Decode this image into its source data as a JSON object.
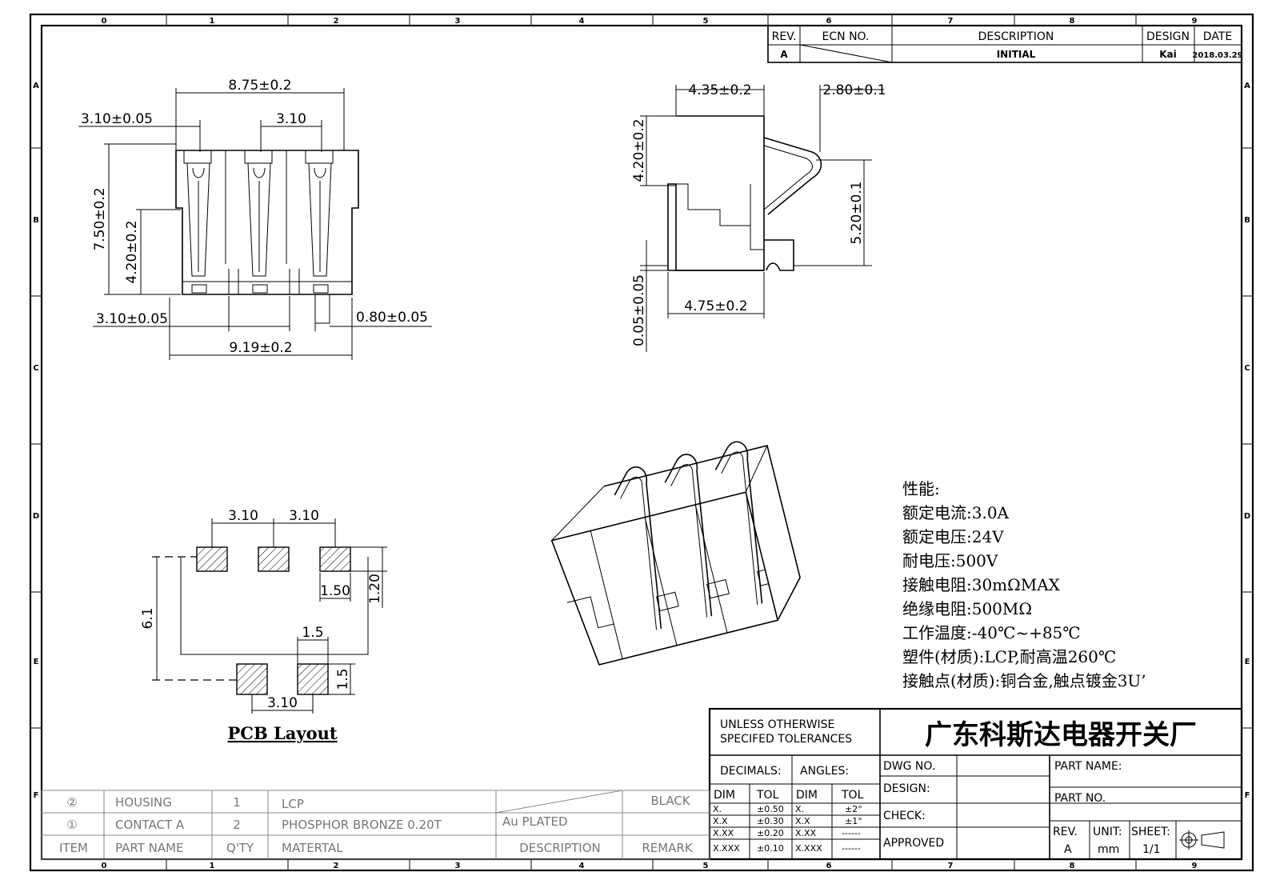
{
  "border": {
    "top_zones": [
      "0",
      "1",
      "2",
      "3",
      "4",
      "5",
      "6",
      "7",
      "8",
      "9"
    ],
    "side_zones": [
      "A",
      "B",
      "C",
      "D",
      "E",
      "F"
    ]
  },
  "revision_table": {
    "headers": {
      "rev": "REV.",
      "ecn": "ECN NO.",
      "description": "DESCRIPTION",
      "design": "DESIGN",
      "date": "DATE"
    },
    "row": {
      "rev": "A",
      "description": "INITIAL",
      "design": "Kai",
      "date": "2018.03.29"
    }
  },
  "front_view": {
    "top_overall": "8.75±0.2",
    "top_left_pitch": "3.10±0.05",
    "top_pitch": "3.10",
    "height_overall": "7.50±0.2",
    "height_body": "4.20±0.2",
    "bottom_left_pitch": "3.10±0.05",
    "tail_width": "0.80±0.05",
    "bottom_overall": "9.19±0.2"
  },
  "side_view": {
    "top_left": "4.35±0.2",
    "top_right": "2.80±0.1",
    "left_height": "4.20±0.2",
    "right_height": "5.20±0.1",
    "bottom_gap": "0.05±0.05",
    "bottom_width": "4.75±0.2"
  },
  "pcb_layout": {
    "pitch_a": "3.10",
    "pitch_b": "3.10",
    "pad_width_top": "1.50",
    "pad_height_top": "1.20",
    "overall_height": "6.1",
    "pad_width_bottom": "1.5",
    "pad_height_bottom": "1.5",
    "bottom_pitch": "3.10",
    "title": "PCB Layout"
  },
  "specs": {
    "title": "性能:",
    "lines": [
      "额定电流:3.0A",
      "额定电压:24V",
      "耐电压:500V",
      "接触电阻:30mΩMAX",
      "绝缘电阻:500MΩ",
      "工作温度:-40℃~+85℃",
      "塑件(材质):LCP,耐高温260℃",
      "接触点(材质):铜合金,触点镀金3U’"
    ]
  },
  "title_block": {
    "tolerance_note_1": "UNLESS OTHERWISE",
    "tolerance_note_2": "SPECIFED TOLERANCES",
    "company": "广东科斯达电器开关厂",
    "decimals_label": "DECIMALS:",
    "angles_label": "ANGLES:",
    "dim_label": "DIM",
    "tol_label": "TOL",
    "decimal_rows": [
      [
        "X.",
        "±0.50"
      ],
      [
        "X.X",
        "±0.30"
      ],
      [
        "X.XX",
        "±0.20"
      ],
      [
        "X.XXX",
        "±0.10"
      ]
    ],
    "angle_rows": [
      [
        "X.",
        "±2°"
      ],
      [
        "X.X",
        "±1°"
      ],
      [
        "X.XX",
        "------"
      ],
      [
        "X.XXX",
        "------"
      ]
    ],
    "dwg_no": "DWG NO.",
    "design": "DESIGN:",
    "check": "CHECK:",
    "approved": "APPROVED",
    "part_name": "PART NAME:",
    "part_no": "PART NO.",
    "rev_label": "REV.",
    "rev_value": "A",
    "unit_label": "UNIT:",
    "unit_value": "mm",
    "sheet_label": "SHEET:",
    "sheet_value": "1/1"
  },
  "bom": {
    "rows": [
      {
        "item": "②",
        "part_name": "HOUSING",
        "qty": "1",
        "material": "LCP",
        "description": "",
        "remark": "BLACK"
      },
      {
        "item": "①",
        "part_name": "CONTACT A",
        "qty": "2",
        "material": "PHOSPHOR BRONZE 0.20T",
        "description": "Au PLATED",
        "remark": ""
      }
    ],
    "headers": {
      "item": "ITEM",
      "part_name": "PART NAME",
      "qty": "Q'TY",
      "material": "MATERTAL",
      "description": "DESCRIPTION",
      "remark": "REMARK"
    }
  }
}
